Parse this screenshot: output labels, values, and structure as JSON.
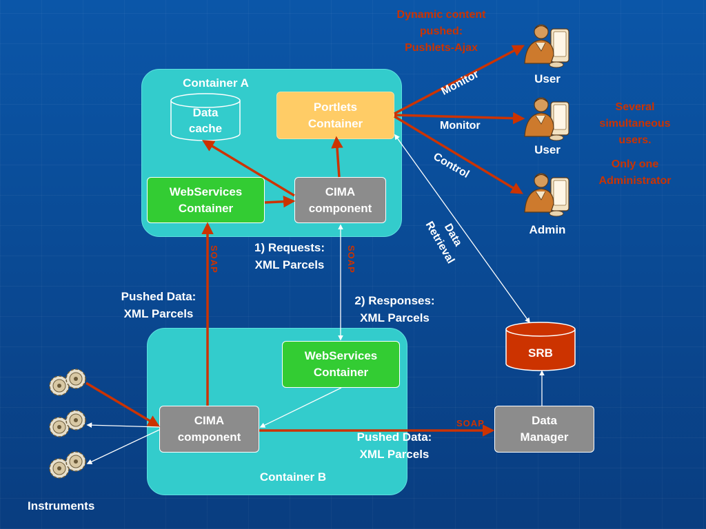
{
  "container_a": {
    "title": "Container A"
  },
  "container_b": {
    "title": "Container B"
  },
  "nodes": {
    "data_cache": "Data\ncache",
    "portlets": "Portlets\nContainer",
    "ws_a": "WebServices\nContainer",
    "cima_a": "CIMA\ncomponent",
    "ws_b": "WebServices\nContainer",
    "cima_b": "CIMA\ncomponent",
    "data_manager": "Data\nManager",
    "srb": "SRB"
  },
  "labels": {
    "requests": "1) Requests:\nXML Parcels",
    "responses": "2) Responses:\nXML Parcels",
    "pushed_left": "Pushed Data:\nXML Parcels",
    "pushed_right": "Pushed Data:\nXML Parcels",
    "monitor_top": "Monitor",
    "monitor_mid": "Monitor",
    "control": "Control",
    "data_retrieval": "Data\nRetrieval",
    "soap_left": "SOAP",
    "soap_mid": "SOAP",
    "soap_right": "SOAP",
    "instruments": "Instruments",
    "dynamic": "Dynamic content\npushed:\nPushlets-Ajax",
    "several": "Several\nsimultaneous\nusers.",
    "only_one": "Only one\nAdministrator"
  },
  "users": [
    {
      "label": "User"
    },
    {
      "label": "User"
    },
    {
      "label": "Admin"
    }
  ],
  "colors": {
    "container": "#33cccc",
    "arrow_red": "#cc3300",
    "box_gray": "#8c8c8c",
    "box_green": "#33cc33",
    "box_orange": "#ffcc66"
  }
}
